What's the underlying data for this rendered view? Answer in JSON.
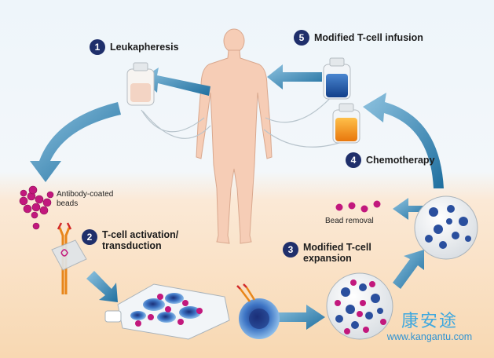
{
  "steps": [
    {
      "number": "1",
      "label": "Leukapheresis"
    },
    {
      "number": "2",
      "label": "T-cell activation/ transduction"
    },
    {
      "number": "3",
      "label": "Modified T-cell expansion"
    },
    {
      "number": "4",
      "label": "Chemotherapy"
    },
    {
      "number": "5",
      "label": "Modified T-cell infusion"
    }
  ],
  "labels": {
    "antibody_beads": "Antibody-coated beads",
    "bead_removal": "Bead removal"
  },
  "watermark": {
    "chinese": "康安途",
    "url": "www.kangantu.com"
  },
  "colors": {
    "arrow": "#2a7fb0",
    "step_badge": "#1f2f6b",
    "bead": "#c2187d",
    "body": "#f6cdb6",
    "infusion_bag": "#1e5aa8",
    "chemo_bag": "#f08a1c"
  }
}
